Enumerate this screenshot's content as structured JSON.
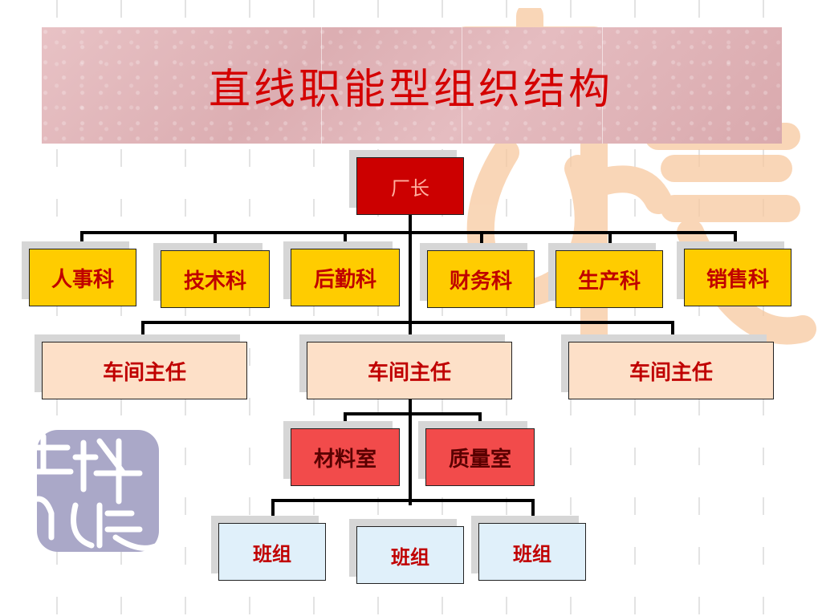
{
  "title": "直线职能型组织结构",
  "director": "厂长",
  "departments": [
    "人事科",
    "技术科",
    "后勤科",
    "财务科",
    "生产科",
    "销售科"
  ],
  "workshops": [
    "车间主任",
    "车间主任",
    "车间主任"
  ],
  "rooms": [
    "材料室",
    "质量室"
  ],
  "teams": [
    "班组",
    "班组",
    "班组"
  ],
  "colors": {
    "title": "#d40000",
    "director_fill": "#cc0000",
    "department_fill": "#ffcc00",
    "workshop_fill": "#fde0c8",
    "room_fill": "#f24b4b",
    "team_fill": "#e0f0fa"
  }
}
